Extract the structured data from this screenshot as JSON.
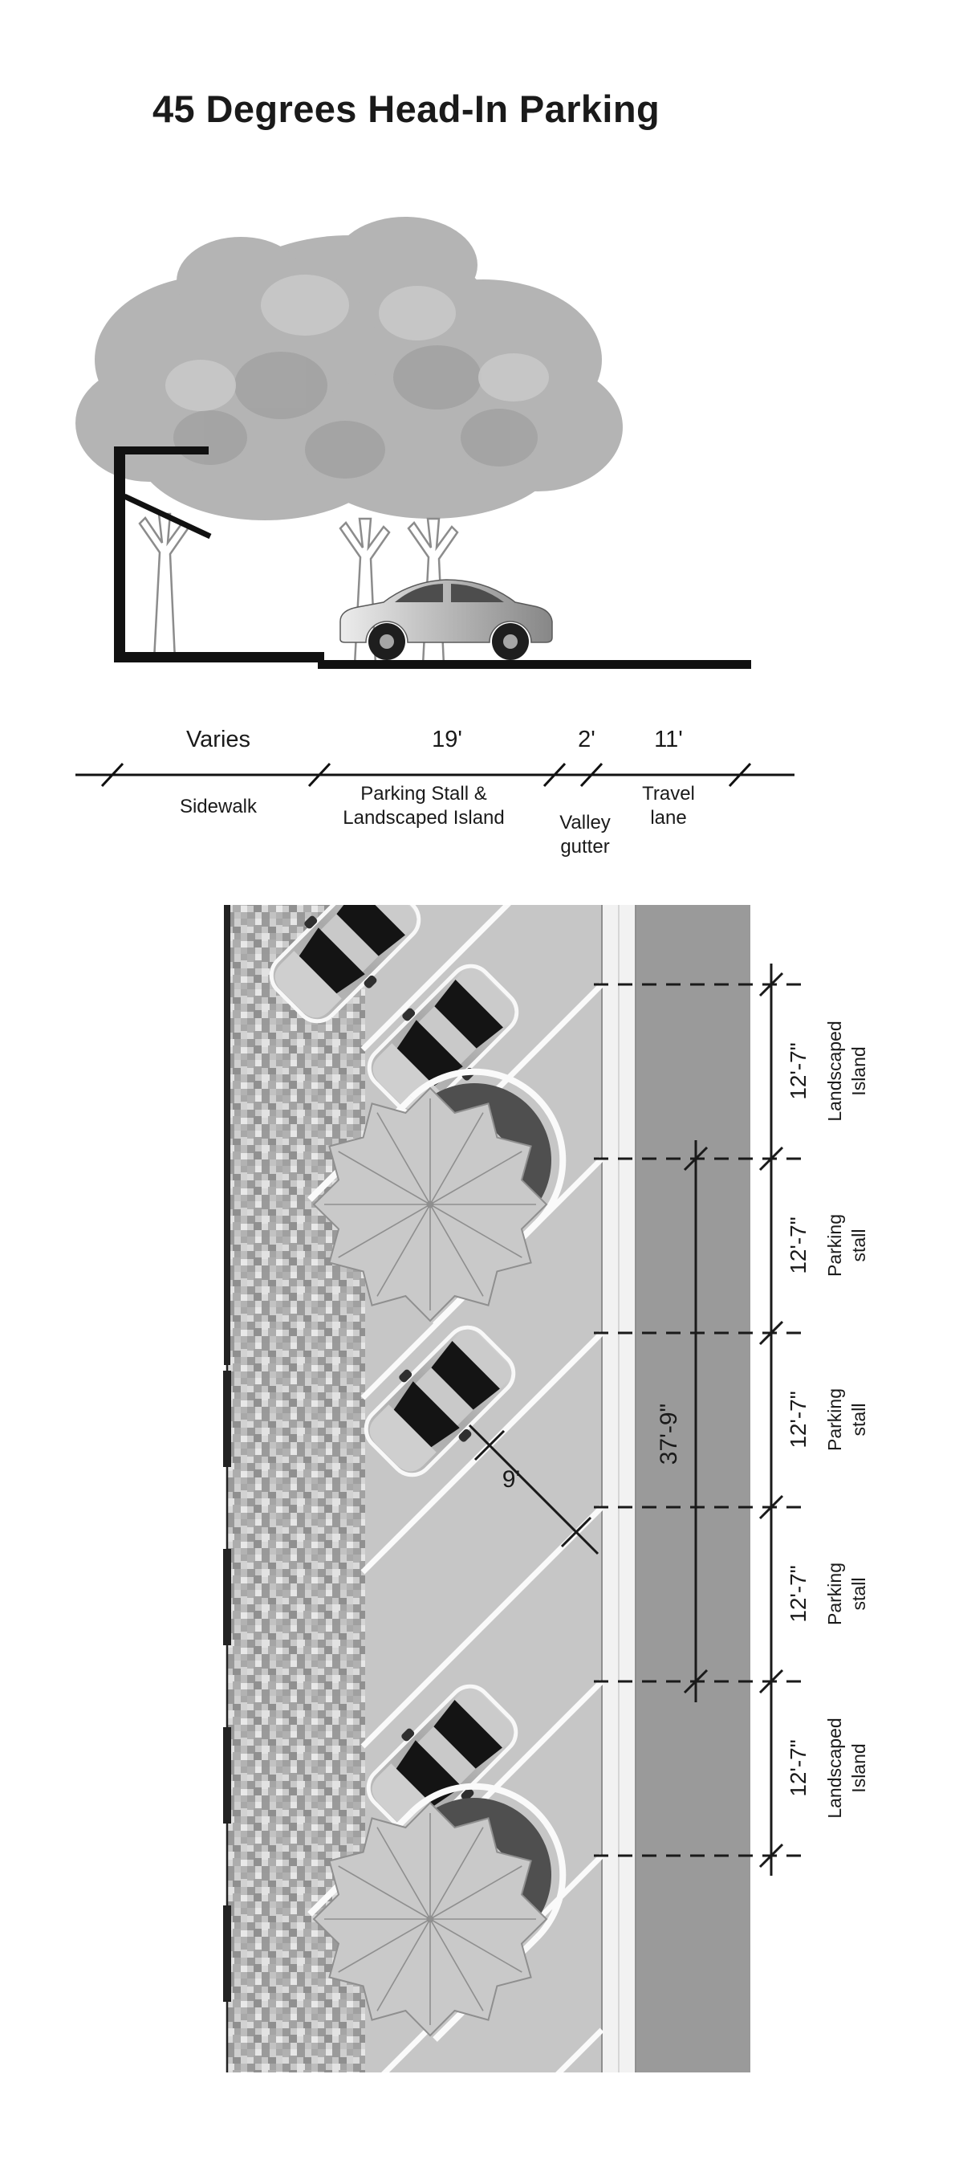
{
  "page": {
    "title": "45 Degrees Head-In Parking"
  },
  "section_view": {
    "segments": [
      {
        "value": "Varies",
        "label_lines": [
          "Sidewalk"
        ]
      },
      {
        "value": "19'",
        "label_lines": [
          "Parking Stall &",
          "Landscaped Island"
        ]
      },
      {
        "value": "2'",
        "label_lines": [
          "Valley",
          "gutter"
        ]
      },
      {
        "value": "11'",
        "label_lines": [
          "Travel",
          "lane"
        ]
      }
    ]
  },
  "plan_view": {
    "stall_width": "9'",
    "stall_group_length": "37'-9\"",
    "bands": [
      {
        "dim": "12'-7\"",
        "label_lines": [
          "Landscaped",
          "Island"
        ]
      },
      {
        "dim": "12'-7\"",
        "label_lines": [
          "Parking",
          "stall"
        ]
      },
      {
        "dim": "12'-7\"",
        "label_lines": [
          "Parking",
          "stall"
        ]
      },
      {
        "dim": "12'-7\"",
        "label_lines": [
          "Parking",
          "stall"
        ]
      },
      {
        "dim": "12'-7\"",
        "label_lines": [
          "Landscaped",
          "Island"
        ]
      }
    ]
  },
  "colors": {
    "ink": "#1a1a1a",
    "travel_lane": "#9a9a9a",
    "parking_field": "#c6c6c6",
    "gutter": "#f2f2f2"
  }
}
